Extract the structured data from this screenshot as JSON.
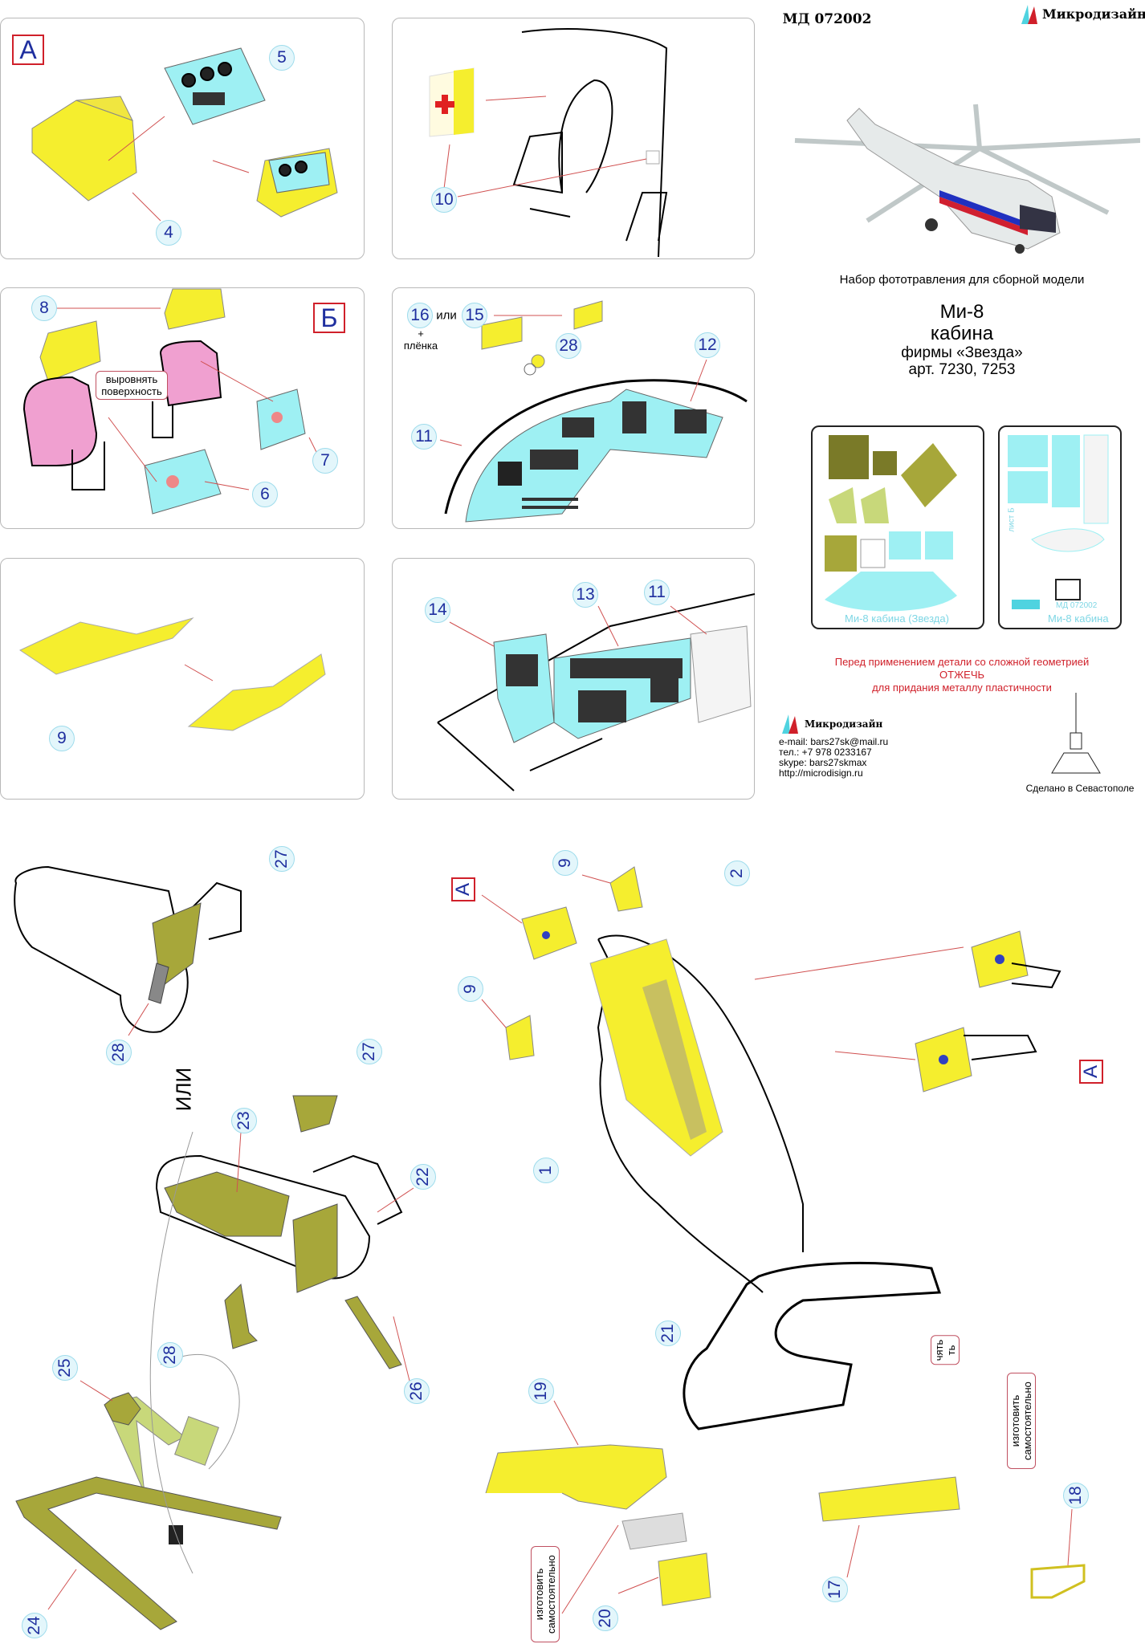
{
  "header": {
    "code": "МД 072002",
    "brand": "Микродизайн"
  },
  "product": {
    "subtitle": "Набор фототравления для сборной модели",
    "model": "Ми-8",
    "part": "кабина",
    "maker": "фирмы «Звезда»",
    "article": "арт. 7230, 7253"
  },
  "frets": {
    "left_caption": "Ми-8 кабина (Звезда)",
    "right_caption": "Ми-8 кабина",
    "right_code": "МД 072002",
    "right_sheet": "лист Б"
  },
  "warning": {
    "line1": "Перед применением детали со сложной геометрией",
    "line2": "ОТЖЕЧЬ",
    "line3": "для придания металлу пластичности",
    "color": "#d0202a"
  },
  "contacts": {
    "brand": "Микродизайн",
    "email": "e-mail: bars27sk@mail.ru",
    "phone": "тел.: +7 978 0233167",
    "skype": "skype: bars27skmax",
    "web": "http://microdisign.ru",
    "made_in": "Сделано в Севастополе"
  },
  "panels": {
    "a_letter": "А",
    "b_letter": "Б",
    "align_note": "выровнять поверхность",
    "or_word": "или",
    "film": "+\nплёнка"
  },
  "callouts": {
    "p1": [
      "5",
      "4"
    ],
    "p2": [
      "10"
    ],
    "p3": [
      "8",
      "7",
      "6"
    ],
    "p4": [
      "16",
      "15",
      "28",
      "12",
      "11"
    ],
    "p5": [
      "9"
    ],
    "p6": [
      "14",
      "13",
      "11"
    ],
    "seat": [
      "27",
      "28",
      "27",
      "23",
      "22",
      "28",
      "25",
      "26",
      "24"
    ],
    "seat_or": "ИЛИ",
    "cabin": [
      "9",
      "2",
      "9",
      "1",
      "21",
      "19",
      "20",
      "17",
      "18"
    ],
    "cabin_letters": [
      "А",
      "А"
    ],
    "make_yourself": "изготовить самостоятельно",
    "partial_note": "чять\nть"
  },
  "colors": {
    "brass": "#f5ee2e",
    "instrument_panel": "#9ef0f3",
    "olive": "#a7a73a",
    "pink": "#f0a0d0",
    "callout_text": "#1f2f9f",
    "callout_fill": "#e3f6fb"
  }
}
